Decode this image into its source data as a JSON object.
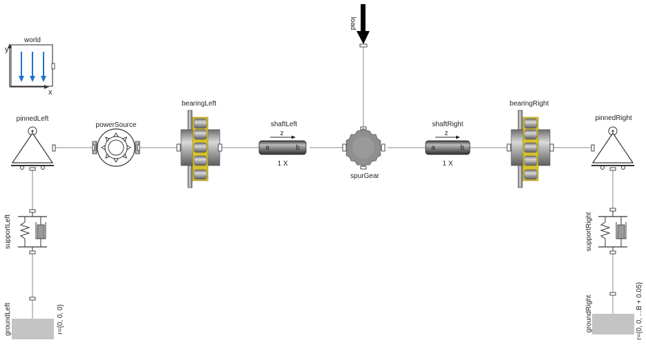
{
  "components": {
    "world": {
      "label": "world",
      "axis_x": "x",
      "axis_y": "y"
    },
    "pinned_left": {
      "label": "pinnedLeft"
    },
    "power_source": {
      "label": "powerSource"
    },
    "bearing_left": {
      "label": "bearingLeft"
    },
    "shaft_left": {
      "label": "shaftLeft",
      "dir": "z",
      "port_a": "a",
      "port_b": "b",
      "count": "1 X"
    },
    "spur_gear": {
      "label": "spurGear"
    },
    "load": {
      "label": "load"
    },
    "shaft_right": {
      "label": "shaftRight",
      "dir": "z",
      "port_a": "a",
      "port_b": "b",
      "count": "1 X"
    },
    "bearing_right": {
      "label": "bearingRight"
    },
    "pinned_right": {
      "label": "pinnedRight"
    },
    "support_left": {
      "label": "supportLeft"
    },
    "support_right": {
      "label": "supportRight"
    },
    "ground_left": {
      "label": "groundLeft",
      "param": "r={0, 0, 0}"
    },
    "ground_right": {
      "label": "groundRight",
      "param": "r={0, 0, ...B + 0.05}"
    }
  },
  "colors": {
    "gravity_arrow": "#1f6fd1",
    "bearing_accent": "#d8c22a",
    "metal": "#9a9a9a",
    "ground": "#c4c4c4"
  }
}
